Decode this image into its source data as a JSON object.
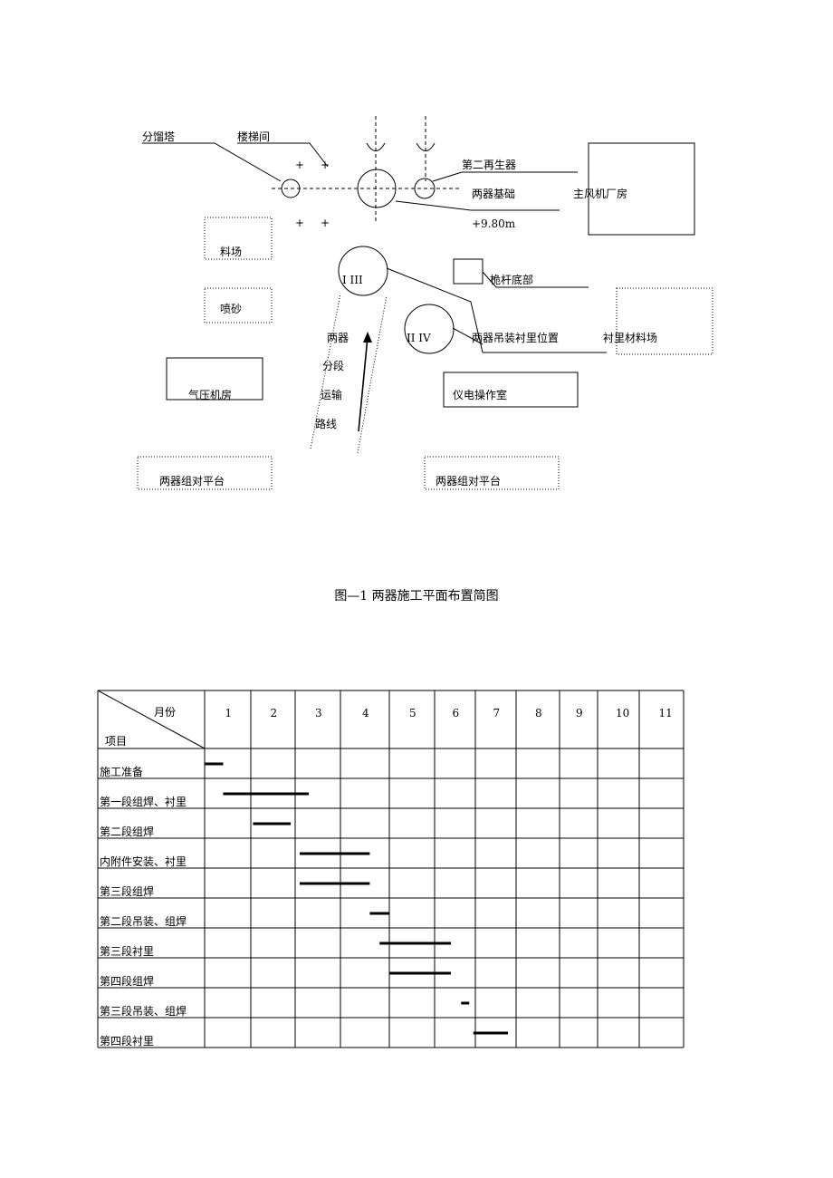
{
  "diagram": {
    "labels": {
      "fractionating_tower": "分馏塔",
      "stairwell": "楼梯间",
      "second_regenerator": "第二再生器",
      "two_vessel_foundation": "两器基础",
      "elevation": "+9.80m",
      "main_fan_room": "主风机厂房",
      "material_yard": "料场",
      "sandblasting": "喷砂",
      "derrick_base": "桅杆底部",
      "circle_1_3": "I III",
      "circle_2_4": "II IV",
      "lifting_lining_position": "两器吊装衬里位置",
      "lining_material_yard": "衬里材料场",
      "route_1": "两器",
      "route_2": "分段",
      "route_3": "运输",
      "route_4": "路线",
      "air_compressor_room": "气压机房",
      "instrument_control_room": "仪电操作室",
      "assembly_platform_left": "两器组对平台",
      "assembly_platform_right": "两器组对平台",
      "plus": "+"
    },
    "caption": "图—1 两器施工平面布置简图"
  },
  "schedule": {
    "header_month": "月份",
    "header_item": "项目",
    "months": [
      "1",
      "2",
      "3",
      "4",
      "5",
      "6",
      "7",
      "8",
      "9",
      "10",
      "11"
    ],
    "rows": [
      {
        "label": "施工准备",
        "start": 1.0,
        "end": 1.4
      },
      {
        "label": "第一段组焊、衬里",
        "start": 1.4,
        "end": 3.3
      },
      {
        "label": "第二段组焊",
        "start": 2.05,
        "end": 2.9
      },
      {
        "label": "内附件安装、衬里",
        "start": 3.1,
        "end": 4.6
      },
      {
        "label": "第三段组焊",
        "start": 3.1,
        "end": 4.6
      },
      {
        "label": "第二段吊装、组焊",
        "start": 4.6,
        "end": 5.0
      },
      {
        "label": "第三段衬里",
        "start": 4.8,
        "end": 6.4
      },
      {
        "label": "第四段组焊",
        "start": 5.0,
        "end": 6.4
      },
      {
        "label": "第三段吊装、组焊",
        "start": 6.65,
        "end": 6.85
      },
      {
        "label": "第四段衬里",
        "start": 6.95,
        "end": 7.8
      }
    ]
  }
}
